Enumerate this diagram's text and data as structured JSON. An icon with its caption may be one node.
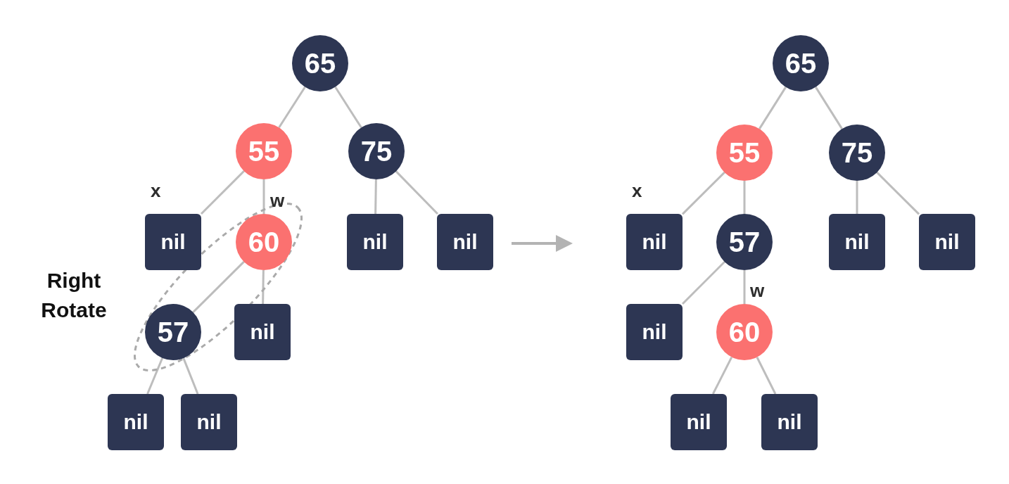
{
  "diagram": {
    "nodes": [
      {
        "text": [
          "65"
        ]
      },
      {
        "text": [
          "55"
        ]
      },
      {
        "text": [
          "75"
        ]
      },
      {
        "text": [
          "nil"
        ],
        "beside": [
          "x"
        ]
      },
      {
        "text": [
          "Right Rotate"
        ]
      },
      {
        "text": [
          "60"
        ],
        "in": 4
      },
      {
        "text": [
          "nil"
        ]
      },
      {
        "text": [
          "nil"
        ]
      },
      {
        "text": [
          "57"
        ],
        "in": 4
      },
      {
        "text": [
          "nil"
        ]
      },
      {
        "text": [
          "nil"
        ]
      },
      {
        "text": [
          "nil"
        ]
      },
      {
        "text": [
          "65"
        ]
      },
      {
        "text": [
          "55"
        ]
      },
      {
        "text": [
          "75"
        ]
      },
      {
        "text": [
          "nil"
        ],
        "beside": [
          "x"
        ]
      },
      {
        "text": [
          "57"
        ]
      },
      {
        "text": [
          "nil"
        ]
      },
      {
        "text": [
          "nil"
        ]
      },
      {
        "text": [
          "nil"
        ]
      },
      {
        "text": [
          "60"
        ]
      },
      {
        "text": [
          "nil"
        ]
      },
      {
        "text": [
          "nil"
        ]
      }
    ],
    "edges": [
      {
        "from": 0,
        "to": 1,
        "arrow": "none"
      },
      {
        "from": 0,
        "to": 2,
        "arrow": "none"
      },
      {
        "from": 1,
        "to": 3,
        "arrow": "none"
      },
      {
        "from": 1,
        "to": 5,
        "arrow": "none"
      },
      {
        "from": 2,
        "to": 6,
        "arrow": "none"
      },
      {
        "from": 2,
        "to": 7,
        "arrow": "none"
      },
      {
        "from": 5,
        "to": 8,
        "arrow": "none"
      },
      {
        "from": 5,
        "to": 9,
        "arrow": "none"
      },
      {
        "from": 8,
        "to": 10,
        "arrow": "none"
      },
      {
        "from": 8,
        "to": 11,
        "arrow": "none"
      },
      {
        "from": 12,
        "to": 13,
        "arrow": "none"
      },
      {
        "from": 12,
        "to": 14,
        "arrow": "none"
      },
      {
        "from": 13,
        "to": 15,
        "arrow": "none"
      },
      {
        "from": 13,
        "to": 16,
        "arrow": "none"
      },
      {
        "from": 14,
        "to": 17,
        "arrow": "none"
      },
      {
        "from": 14,
        "to": 18,
        "arrow": "none"
      },
      {
        "from": 16,
        "to": 19,
        "arrow": "none"
      },
      {
        "from": 16,
        "to": 20,
        "arrow": "none"
      },
      {
        "from": 20,
        "to": 21,
        "arrow": "none"
      },
      {
        "from": 20,
        "to": 22,
        "arrow": "none"
      }
    ],
    "labels": [
      "w",
      "w"
    ]
  }
}
